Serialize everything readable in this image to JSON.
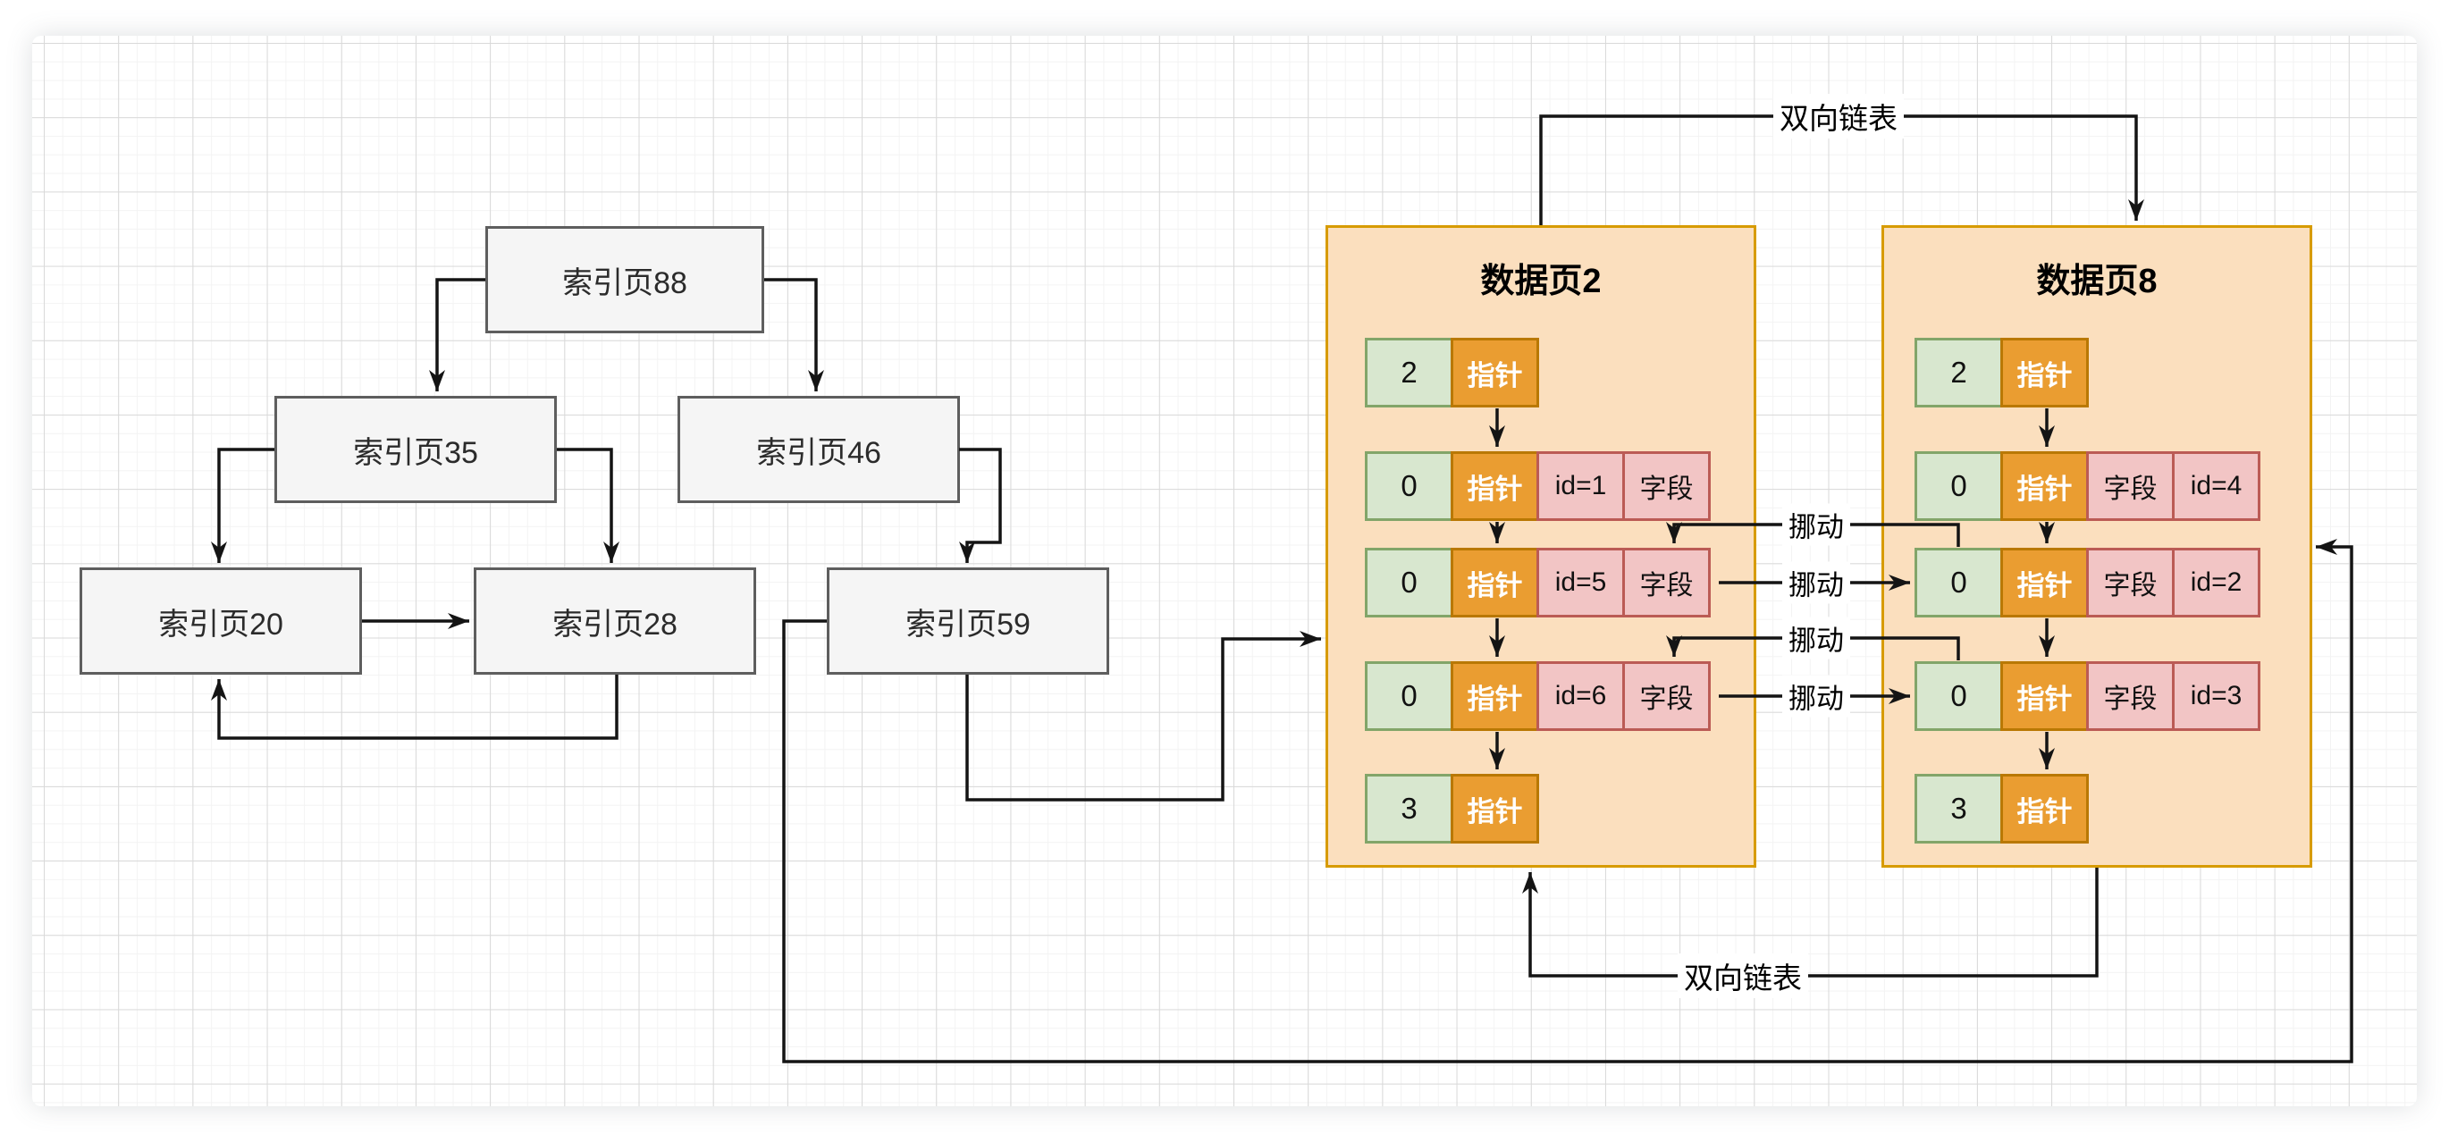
{
  "tree": {
    "nodes": [
      {
        "label": "索引页88"
      },
      {
        "label": "索引页35"
      },
      {
        "label": "索引页46"
      },
      {
        "label": "索引页20"
      },
      {
        "label": "索引页28"
      },
      {
        "label": "索引页59"
      }
    ]
  },
  "pages": [
    {
      "title": "数据页2",
      "rows": [
        {
          "cells": [
            {
              "kind": "count",
              "text": "2"
            },
            {
              "kind": "pointer",
              "text": "指针"
            }
          ]
        },
        {
          "cells": [
            {
              "kind": "count",
              "text": "0"
            },
            {
              "kind": "pointer",
              "text": "指针"
            },
            {
              "kind": "id",
              "text": "id=1"
            },
            {
              "kind": "field",
              "text": "字段"
            }
          ]
        },
        {
          "cells": [
            {
              "kind": "count",
              "text": "0"
            },
            {
              "kind": "pointer",
              "text": "指针"
            },
            {
              "kind": "id",
              "text": "id=5"
            },
            {
              "kind": "field",
              "text": "字段"
            }
          ]
        },
        {
          "cells": [
            {
              "kind": "count",
              "text": "0"
            },
            {
              "kind": "pointer",
              "text": "指针"
            },
            {
              "kind": "id",
              "text": "id=6"
            },
            {
              "kind": "field",
              "text": "字段"
            }
          ]
        },
        {
          "cells": [
            {
              "kind": "count",
              "text": "3"
            },
            {
              "kind": "pointer",
              "text": "指针"
            }
          ]
        }
      ]
    },
    {
      "title": "数据页8",
      "rows": [
        {
          "cells": [
            {
              "kind": "count",
              "text": "2"
            },
            {
              "kind": "pointer",
              "text": "指针"
            }
          ]
        },
        {
          "cells": [
            {
              "kind": "count",
              "text": "0"
            },
            {
              "kind": "pointer",
              "text": "指针"
            },
            {
              "kind": "field",
              "text": "字段"
            },
            {
              "kind": "id",
              "text": "id=4"
            }
          ]
        },
        {
          "cells": [
            {
              "kind": "count",
              "text": "0"
            },
            {
              "kind": "pointer",
              "text": "指针"
            },
            {
              "kind": "field",
              "text": "字段"
            },
            {
              "kind": "id",
              "text": "id=2"
            }
          ]
        },
        {
          "cells": [
            {
              "kind": "count",
              "text": "0"
            },
            {
              "kind": "pointer",
              "text": "指针"
            },
            {
              "kind": "field",
              "text": "字段"
            },
            {
              "kind": "id",
              "text": "id=3"
            }
          ]
        },
        {
          "cells": [
            {
              "kind": "count",
              "text": "3"
            },
            {
              "kind": "pointer",
              "text": "指针"
            }
          ]
        }
      ]
    }
  ],
  "labels": {
    "top_link": "双向链表",
    "bottom_link": "双向链表",
    "move_1": "挪动",
    "move_2": "挪动",
    "move_3": "挪动",
    "move_4": "挪动"
  },
  "colors": {
    "page_fill": "#fbdfbe",
    "page_border": "#d79b00",
    "count_fill": "#d8e7cf",
    "count_border": "#82a569",
    "pointer_fill": "#ea9d31",
    "pointer_border": "#b97803",
    "record_fill": "#f2c5c5",
    "record_border": "#bb5b55",
    "node_fill": "#f5f5f5",
    "node_border": "#5e5e5e",
    "line": "#141414"
  }
}
